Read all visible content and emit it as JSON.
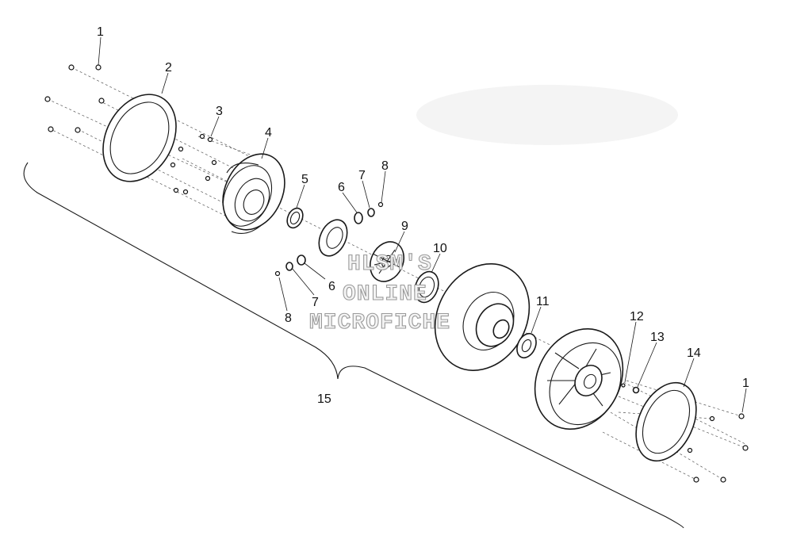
{
  "callouts": [
    {
      "id": "1a",
      "label": "1"
    },
    {
      "id": "2",
      "label": "2"
    },
    {
      "id": "3",
      "label": "3"
    },
    {
      "id": "4",
      "label": "4"
    },
    {
      "id": "5",
      "label": "5"
    },
    {
      "id": "6a",
      "label": "6"
    },
    {
      "id": "7a",
      "label": "7"
    },
    {
      "id": "8a",
      "label": "8"
    },
    {
      "id": "9",
      "label": "9"
    },
    {
      "id": "10",
      "label": "10"
    },
    {
      "id": "6b",
      "label": "6"
    },
    {
      "id": "7b",
      "label": "7"
    },
    {
      "id": "8b",
      "label": "8"
    },
    {
      "id": "11",
      "label": "11"
    },
    {
      "id": "12",
      "label": "12"
    },
    {
      "id": "13",
      "label": "13"
    },
    {
      "id": "14",
      "label": "14"
    },
    {
      "id": "1b",
      "label": "1"
    },
    {
      "id": "15",
      "label": "15"
    }
  ],
  "watermark": {
    "line1": "HLSM'S",
    "line2": "ONLINE",
    "line3": "MICROFICHE"
  }
}
